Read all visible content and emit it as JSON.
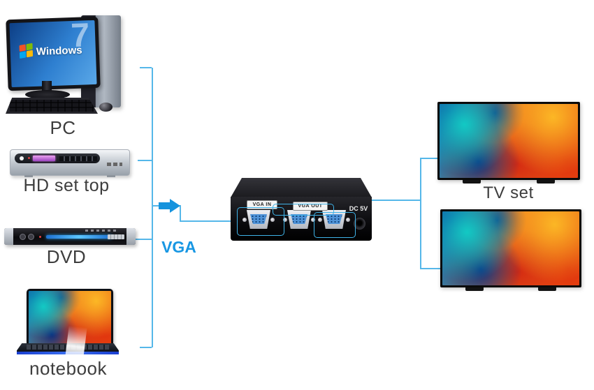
{
  "colors": {
    "cable": "#55b7e9",
    "arrow": "#1693dd",
    "vga_text": "#1897e3",
    "device_label": "#3d3d3d"
  },
  "sources": [
    {
      "id": "pc",
      "label": "PC"
    },
    {
      "id": "hd-set-top",
      "label": "HD set top"
    },
    {
      "id": "dvd",
      "label": "DVD"
    },
    {
      "id": "notebook",
      "label": "notebook"
    }
  ],
  "cable_label": "VGA",
  "splitter": {
    "input_port_label": "VGA IN",
    "output_port_label": "VGA OUT",
    "power_label": "DC 5V"
  },
  "tv": {
    "label": "TV set",
    "count": 2
  },
  "pc_screen": {
    "brand": "Windows",
    "version": "7"
  }
}
